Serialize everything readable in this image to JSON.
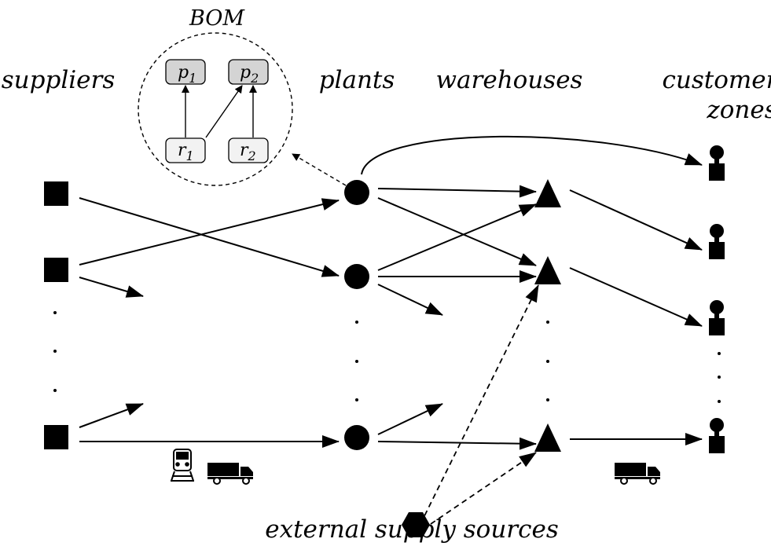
{
  "labels": {
    "bom": "BOM",
    "suppliers": "suppliers",
    "plants": "plants",
    "warehouses": "warehouses",
    "customer_line1": "customer",
    "customer_line2": "zones",
    "external": "external supply sources"
  },
  "bom": {
    "products": [
      {
        "letter": "p",
        "index": "1"
      },
      {
        "letter": "p",
        "index": "2"
      }
    ],
    "resources": [
      {
        "letter": "r",
        "index": "1"
      },
      {
        "letter": "r",
        "index": "2"
      }
    ]
  },
  "colors": {
    "ink": "#000000",
    "product_fill": "#d4d4d4",
    "resource_fill": "#f2f2f2"
  },
  "icons": [
    "square-supplier-icon",
    "circle-plant-icon",
    "triangle-warehouse-icon",
    "person-customer-icon",
    "hexagon-external-icon",
    "train-icon",
    "truck-icon"
  ]
}
